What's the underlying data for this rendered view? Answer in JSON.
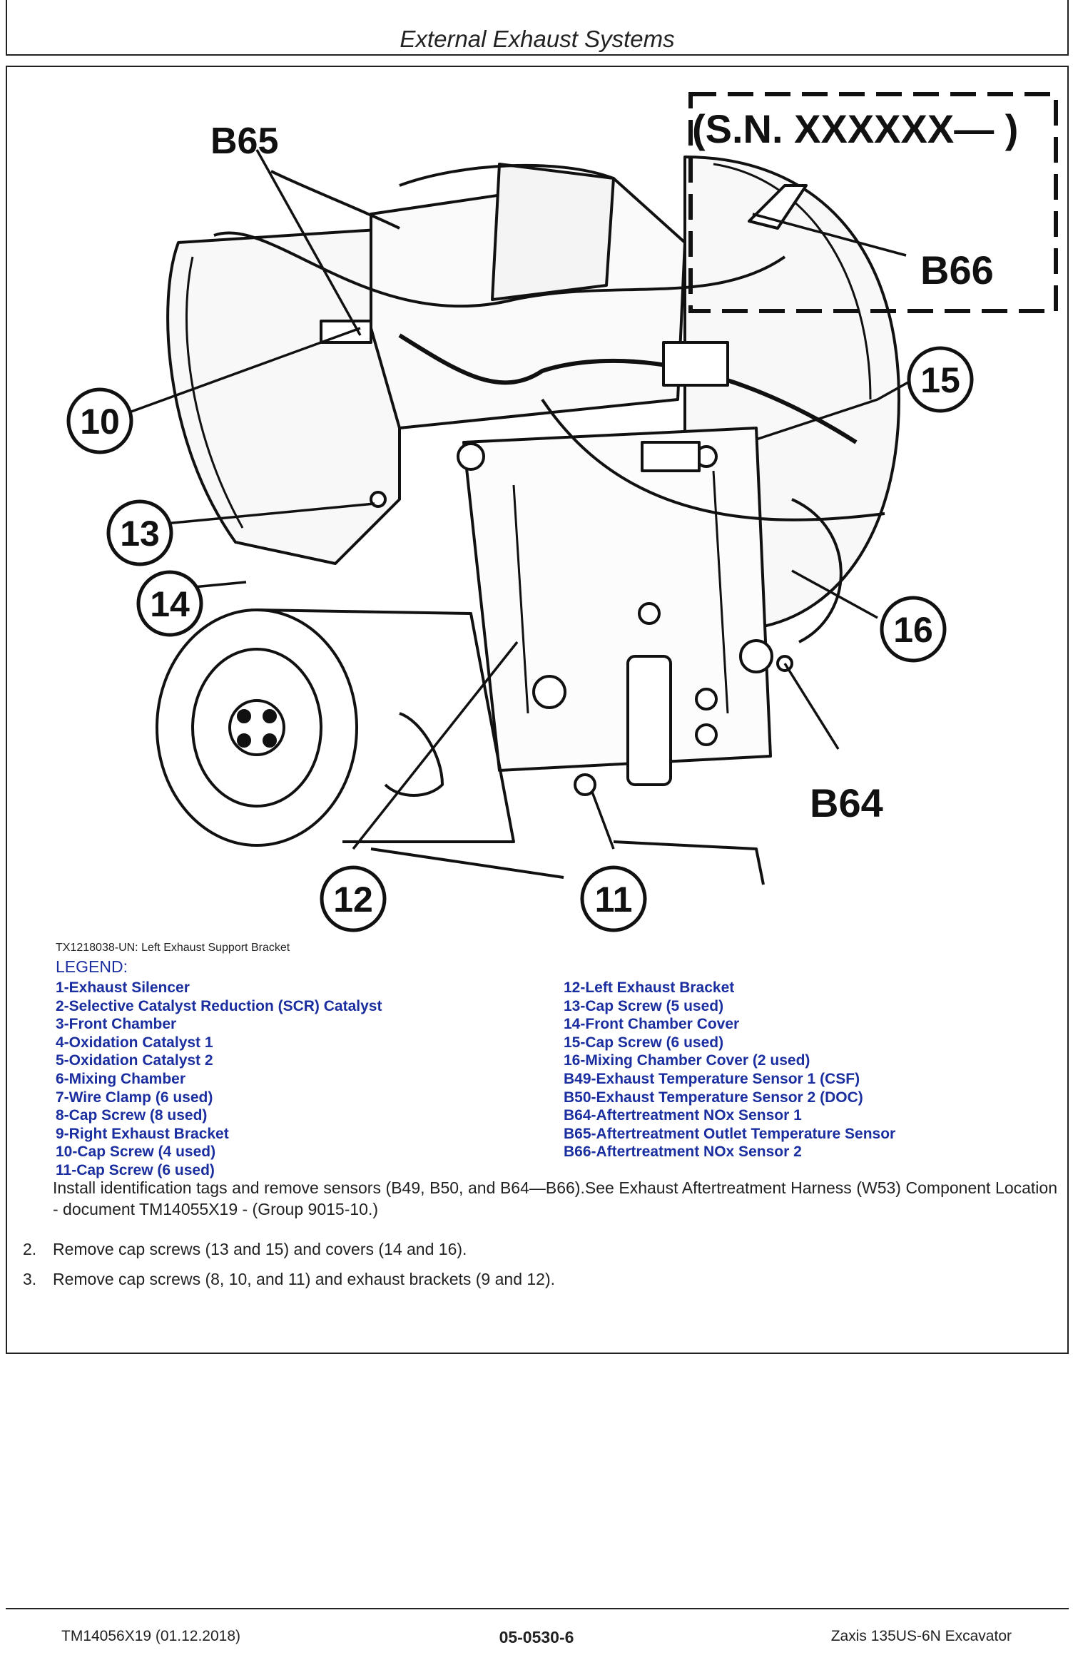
{
  "header": {
    "title": "External Exhaust Systems"
  },
  "figure": {
    "callouts": {
      "b65": "B65",
      "sn": "(S.N. XXXXXX— )",
      "b66": "B66",
      "c10": "10",
      "c15": "15",
      "c13": "13",
      "c14": "14",
      "c16": "16",
      "b64": "B64",
      "c12": "12",
      "c11": "11"
    },
    "caption": "TX1218038-UN: Left Exhaust Support Bracket"
  },
  "legend": {
    "title": "LEGEND:",
    "left": [
      "1-Exhaust Silencer",
      "2-Selective Catalyst Reduction (SCR) Catalyst",
      "3-Front Chamber",
      "4-Oxidation Catalyst 1",
      "5-Oxidation Catalyst 2",
      "6-Mixing Chamber",
      "7-Wire Clamp (6 used)",
      "8-Cap Screw (8 used)",
      "9-Right Exhaust Bracket",
      "10-Cap Screw (4 used)",
      "11-Cap Screw (6 used)"
    ],
    "right": [
      "12-Left Exhaust Bracket",
      "13-Cap Screw (5 used)",
      "14-Front Chamber Cover",
      "15-Cap Screw (6 used)",
      "16-Mixing Chamber Cover (2 used)",
      "B49-Exhaust Temperature Sensor 1 (CSF)",
      "B50-Exhaust Temperature Sensor 2 (DOC)",
      "B64-Aftertreatment NOx Sensor 1",
      "B65-Aftertreatment Outlet Temperature Sensor",
      "B66-Aftertreatment NOx Sensor 2"
    ]
  },
  "steps": {
    "s1_text": "Install identification tags and remove sensors (B49, B50, and B64—B66).See Exhaust Aftertreatment Harness (W53) Component Location - document TM14055X19 - (Group 9015-10.)",
    "s2_num": "2.",
    "s2_text": "Remove cap screws (13 and 15) and covers (14 and 16).",
    "s3_num": "3.",
    "s3_text": "Remove cap screws (8, 10, and 11) and exhaust brackets (9 and 12)."
  },
  "footer": {
    "left": "TM14056X19 (01.12.2018)",
    "center": "05-0530-6",
    "right": "Zaxis 135US-6N Excavator"
  }
}
